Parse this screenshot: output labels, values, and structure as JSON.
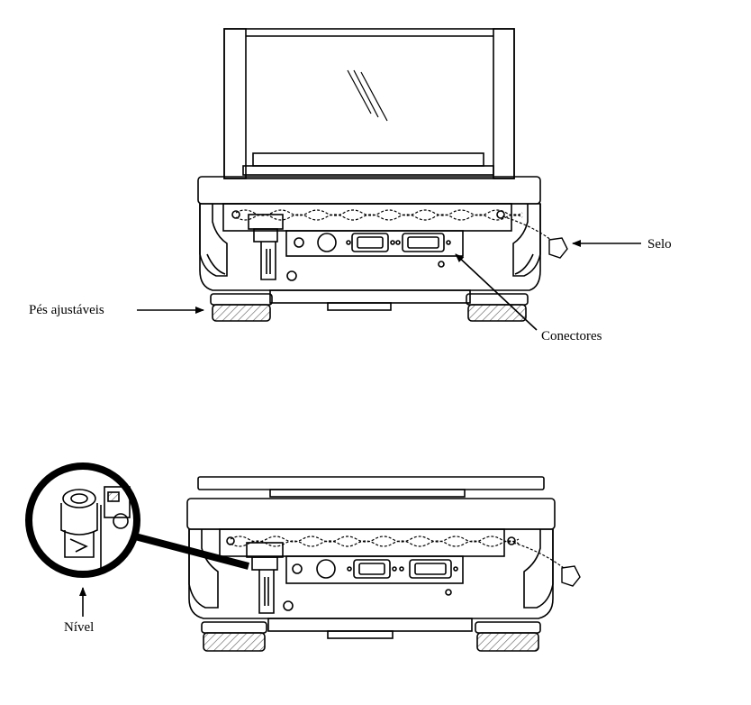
{
  "labels": {
    "selo": "Selo",
    "pes_ajustaveis": "Pés ajustáveis",
    "conectores": "Conectores",
    "nivel": "Nível"
  },
  "colors": {
    "line": "#000000",
    "background": "#ffffff"
  }
}
